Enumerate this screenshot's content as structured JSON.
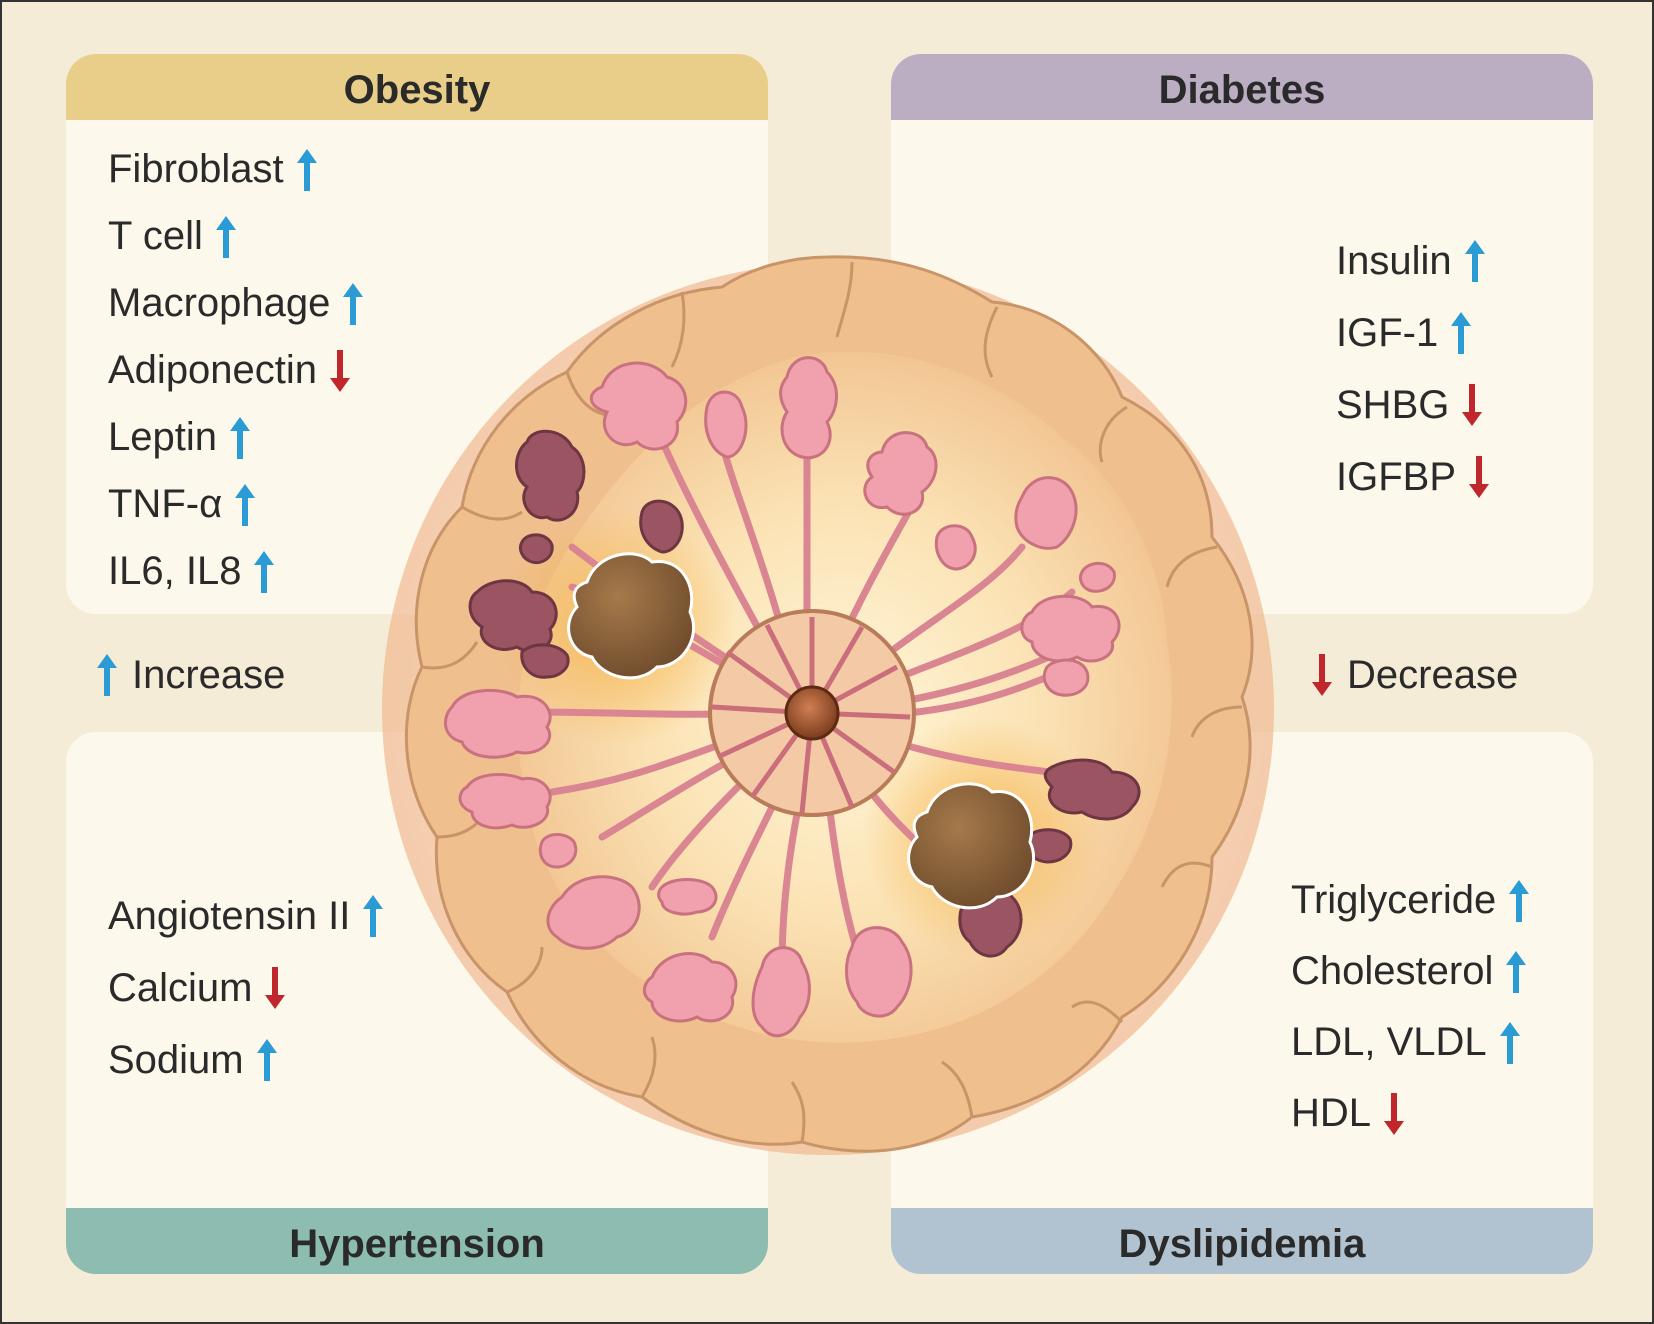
{
  "colors": {
    "up_arrow": "#2a9bd4",
    "down_arrow": "#c0272d",
    "obesity_header": "#e9ce8a",
    "diabetes_header": "#bbaec3",
    "hypertension_header": "#8dbdb0",
    "dyslipidemia_header": "#b1c3d0"
  },
  "panels": {
    "obesity": {
      "title": "Obesity",
      "items": [
        {
          "label": "Fibroblast",
          "dir": "up"
        },
        {
          "label": "T cell",
          "dir": "up"
        },
        {
          "label": "Macrophage",
          "dir": "up"
        },
        {
          "label": "Adiponectin",
          "dir": "down"
        },
        {
          "label": "Leptin",
          "dir": "up"
        },
        {
          "label": "TNF-α",
          "dir": "up"
        },
        {
          "label": "IL6, IL8",
          "dir": "up"
        }
      ]
    },
    "diabetes": {
      "title": "Diabetes",
      "items": [
        {
          "label": "Insulin",
          "dir": "up"
        },
        {
          "label": "IGF-1",
          "dir": "up"
        },
        {
          "label": "SHBG",
          "dir": "down"
        },
        {
          "label": "IGFBP",
          "dir": "down"
        }
      ]
    },
    "hypertension": {
      "title": "Hypertension",
      "items": [
        {
          "label": "Angiotensin II",
          "dir": "up"
        },
        {
          "label": "Calcium",
          "dir": "down"
        },
        {
          "label": "Sodium",
          "dir": "up"
        }
      ]
    },
    "dyslipidemia": {
      "title": "Dyslipidemia",
      "items": [
        {
          "label": "Triglyceride",
          "dir": "up"
        },
        {
          "label": "Cholesterol",
          "dir": "up"
        },
        {
          "label": "LDL, VLDL",
          "dir": "up"
        },
        {
          "label": "HDL",
          "dir": "down"
        }
      ]
    }
  },
  "legend": {
    "increase": "Increase",
    "decrease": "Decrease"
  }
}
